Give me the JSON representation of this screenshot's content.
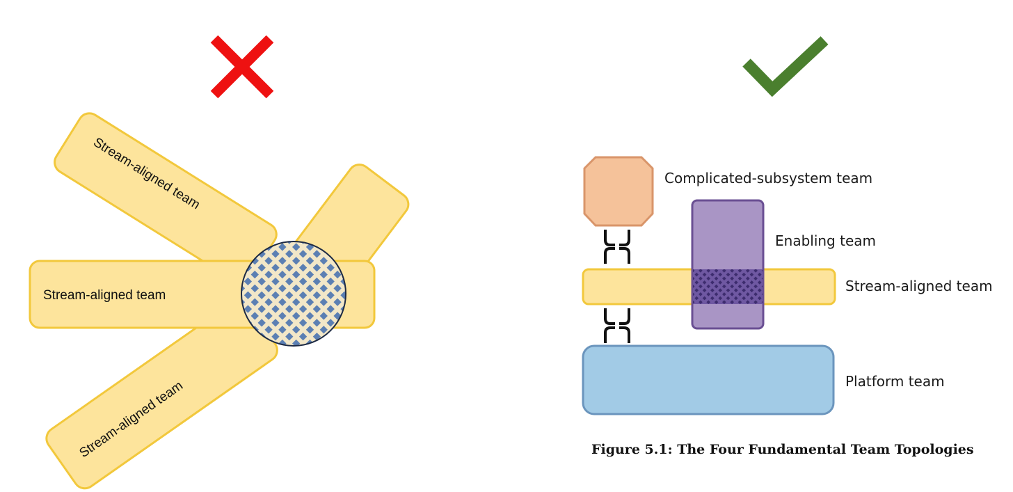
{
  "left_panel": {
    "status_icon": "cross-mark-icon",
    "status_color": "#ee1111",
    "team_color": "#fde49c",
    "team_border_color": "#f2c83c",
    "overlap_pattern_colors": [
      "#5b7fb3",
      "#f2e7c8"
    ],
    "teams": [
      {
        "label": "Stream-aligned  team"
      },
      {
        "label": "Stream-aligned team"
      },
      {
        "label": "Stream-aligned team"
      }
    ]
  },
  "right_panel": {
    "status_icon": "check-mark-icon",
    "status_color": "#4a7f2e",
    "teams": {
      "complicated_subsystem": {
        "label": "Complicated-subsystem team",
        "color": "#f5c29a",
        "border_color": "#d9956a"
      },
      "enabling": {
        "label": "Enabling team",
        "color": "#a995c5",
        "border_color": "#6a4f93"
      },
      "stream_aligned": {
        "label": "Stream-aligned team",
        "color": "#fde49c",
        "border_color": "#f2c83c"
      },
      "platform": {
        "label": "Platform team",
        "color": "#a2cbe6",
        "border_color": "#6b95bd"
      }
    },
    "caption": "Figure 5.1: The Four Fundamental Team Topologies"
  }
}
